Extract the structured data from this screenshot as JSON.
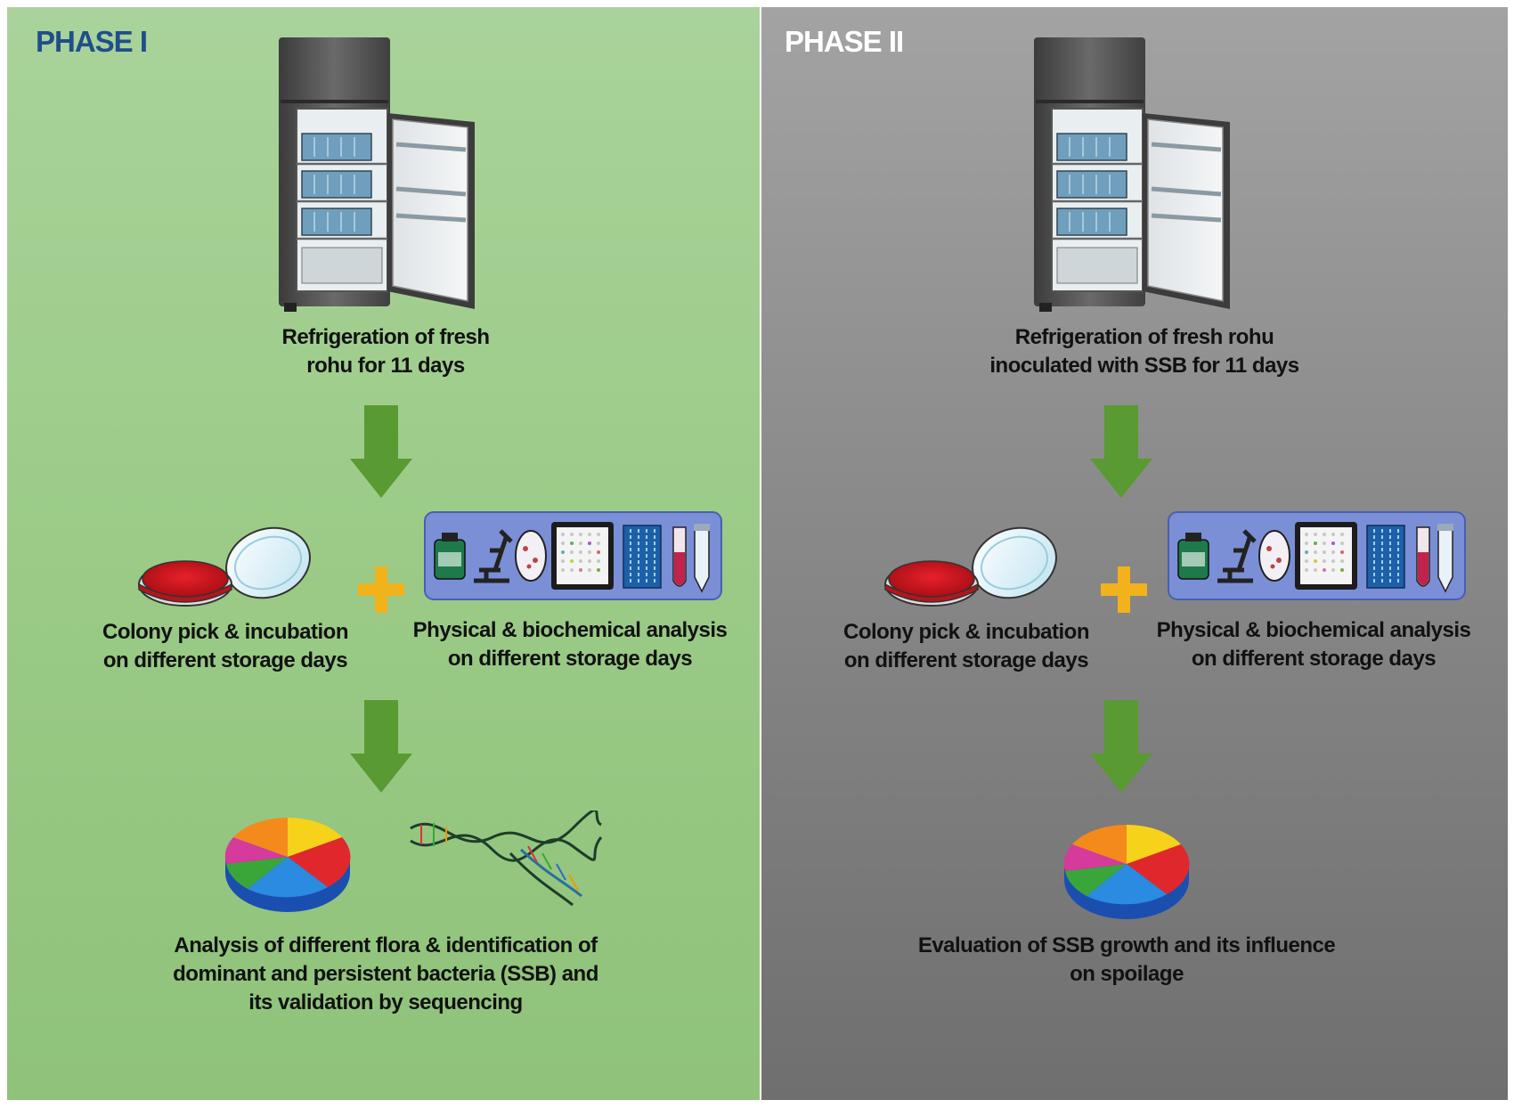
{
  "phase1": {
    "title": "PHASE I",
    "step1": "Refrigeration of fresh\nrohu for 11 days",
    "colony": "Colony pick & incubation\non different storage days",
    "physical": "Physical & biochemical analysis\non different storage days",
    "result": "Analysis of different flora & identification of\ndominant and persistent bacteria (SSB) and\nits validation by sequencing"
  },
  "phase2": {
    "title": "PHASE II",
    "step1": "Refrigeration of fresh rohu\ninoculated with SSB for 11 days",
    "colony": "Colony pick & incubation\non different storage days",
    "physical": "Physical & biochemical analysis\non different storage days",
    "result": "Evaluation of SSB growth and its influence\non spoilage"
  },
  "colors": {
    "phase1_bg": "#9bcb87",
    "phase2_bg": "#8a8a8a",
    "arrow": "#5a9a32",
    "plus": "#f2b21c",
    "phase1_title": "#1f4e8c"
  },
  "icons": [
    "refrigerator-icon",
    "petri-dish-icon",
    "lab-equipment-icon",
    "pie-chart-icon",
    "dna-icon",
    "down-arrow-icon",
    "plus-icon"
  ]
}
